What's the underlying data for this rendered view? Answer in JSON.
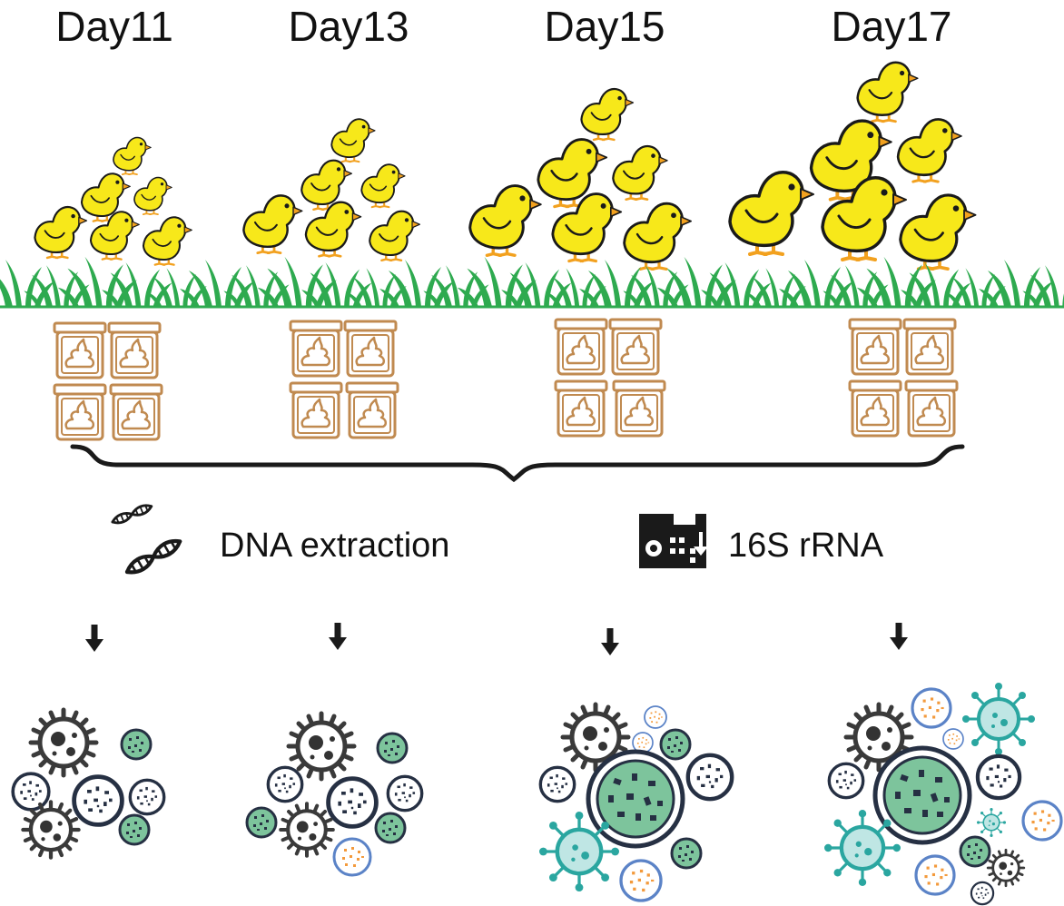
{
  "days": [
    {
      "label": "Day11"
    },
    {
      "label": "Day13"
    },
    {
      "label": "Day15"
    },
    {
      "label": "Day17"
    }
  ],
  "steps": {
    "extraction": {
      "label": "DNA extraction",
      "icon": "dna-icon"
    },
    "sequencing": {
      "label": "16S rRNA",
      "icon": "sequencer-icon"
    }
  },
  "colors": {
    "chick_body": "#f7e81a",
    "chick_beak": "#f2a11f",
    "grass": "#2eaa4f",
    "jar": "#c08a50",
    "microbe_dark": "#3a3a3a",
    "microbe_green": "#7dc49c",
    "microbe_teal": "#2aa6a0",
    "microbe_orange_ring": "#5b83c7",
    "microbe_orange_dot": "#f39a3c"
  }
}
